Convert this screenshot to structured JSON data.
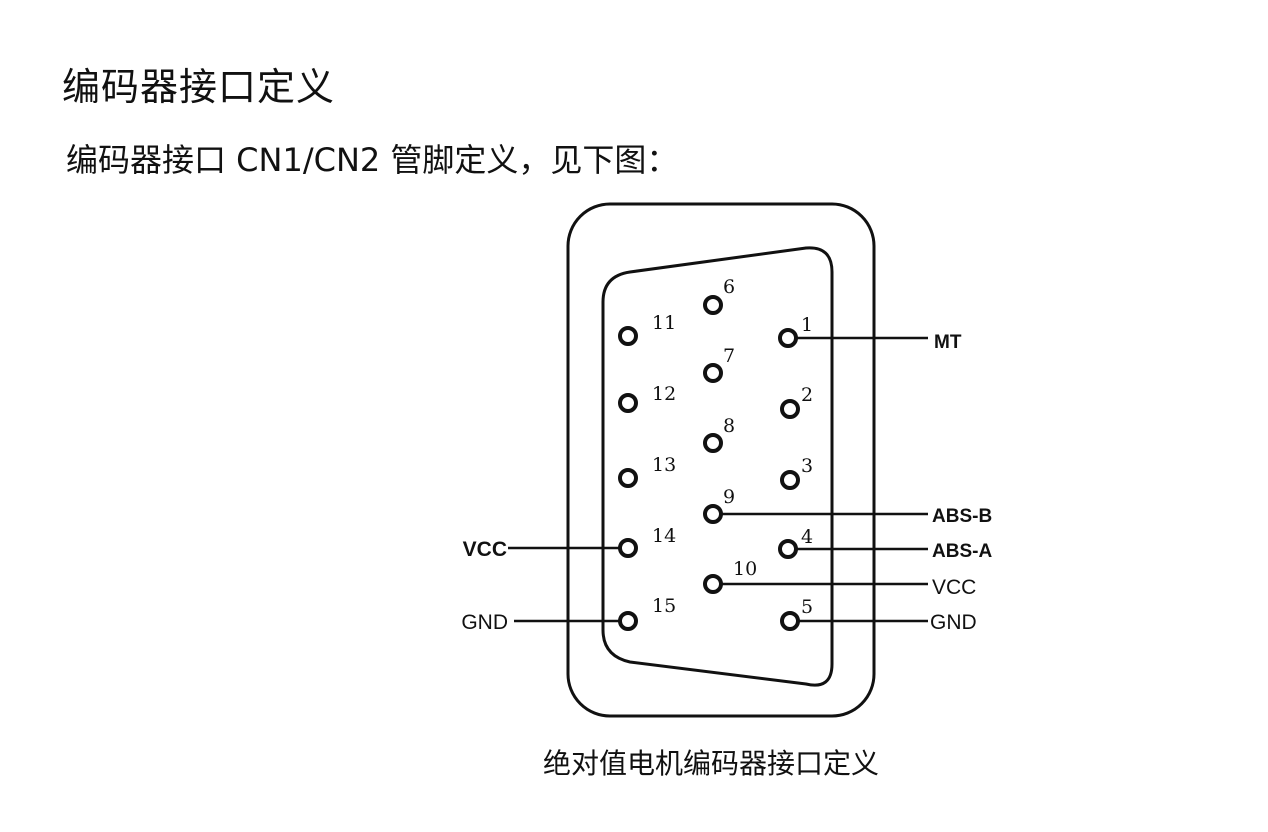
{
  "title": "编码器接口定义",
  "subtitle": "编码器接口 CN1/CN2 管脚定义，见下图：",
  "caption": "绝对值电机编码器接口定义",
  "pins": [
    {
      "number": "1"
    },
    {
      "number": "2"
    },
    {
      "number": "3"
    },
    {
      "number": "4"
    },
    {
      "number": "5"
    },
    {
      "number": "6"
    },
    {
      "number": "7"
    },
    {
      "number": "8"
    },
    {
      "number": "9"
    },
    {
      "number": "10"
    },
    {
      "number": "11"
    },
    {
      "number": "12"
    },
    {
      "number": "13"
    },
    {
      "number": "14"
    },
    {
      "number": "15"
    }
  ],
  "signals": {
    "mt": "MT",
    "abs_b": "ABS-B",
    "abs_a": "ABS-A",
    "vcc_right": "VCC",
    "gnd_right": "GND",
    "vcc_left": "VCC",
    "gnd_left": "GND"
  },
  "colors": {
    "line": "#111111",
    "background": "#ffffff"
  }
}
